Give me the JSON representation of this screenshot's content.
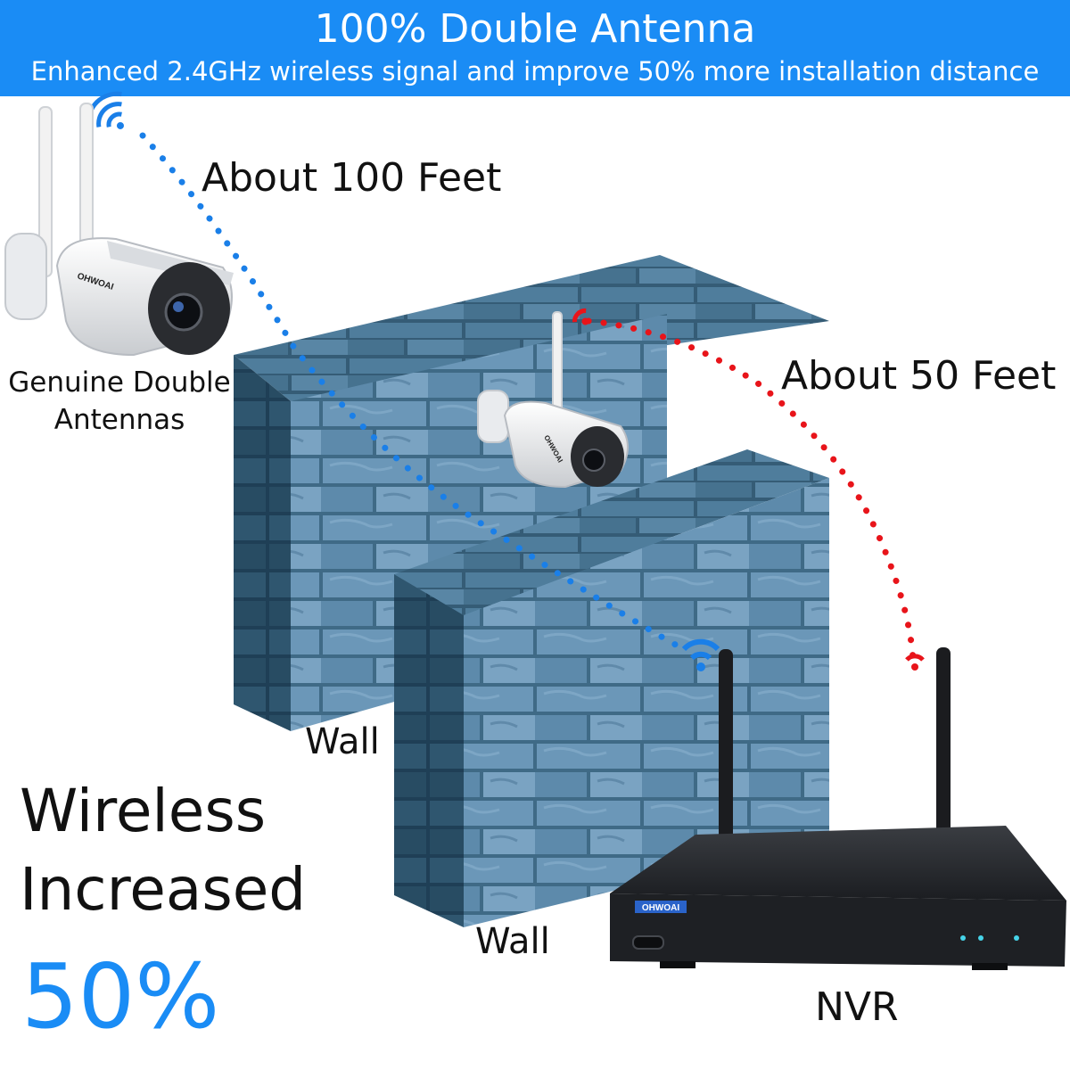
{
  "header": {
    "title": "100% Double Antenna",
    "subtitle": "Enhanced 2.4GHz wireless signal and improve 50% more installation distance"
  },
  "labels": {
    "distance_double": "About 100 Feet",
    "distance_single": "About 50 Feet",
    "camera_caption": "Genuine Double Antennas",
    "wall_back": "Wall",
    "wall_front": "Wall",
    "nvr": "NVR"
  },
  "headline": {
    "line1": "Wireless",
    "line2": "Increased",
    "percent": "50%"
  },
  "brand": {
    "logo": "OHWOAI"
  },
  "colors": {
    "accent": "#1a8cf5",
    "signal_blue": "#1a7fe8",
    "signal_red": "#e8141a",
    "brick": "#5a89a8",
    "nvr_body": "#1e2024"
  }
}
